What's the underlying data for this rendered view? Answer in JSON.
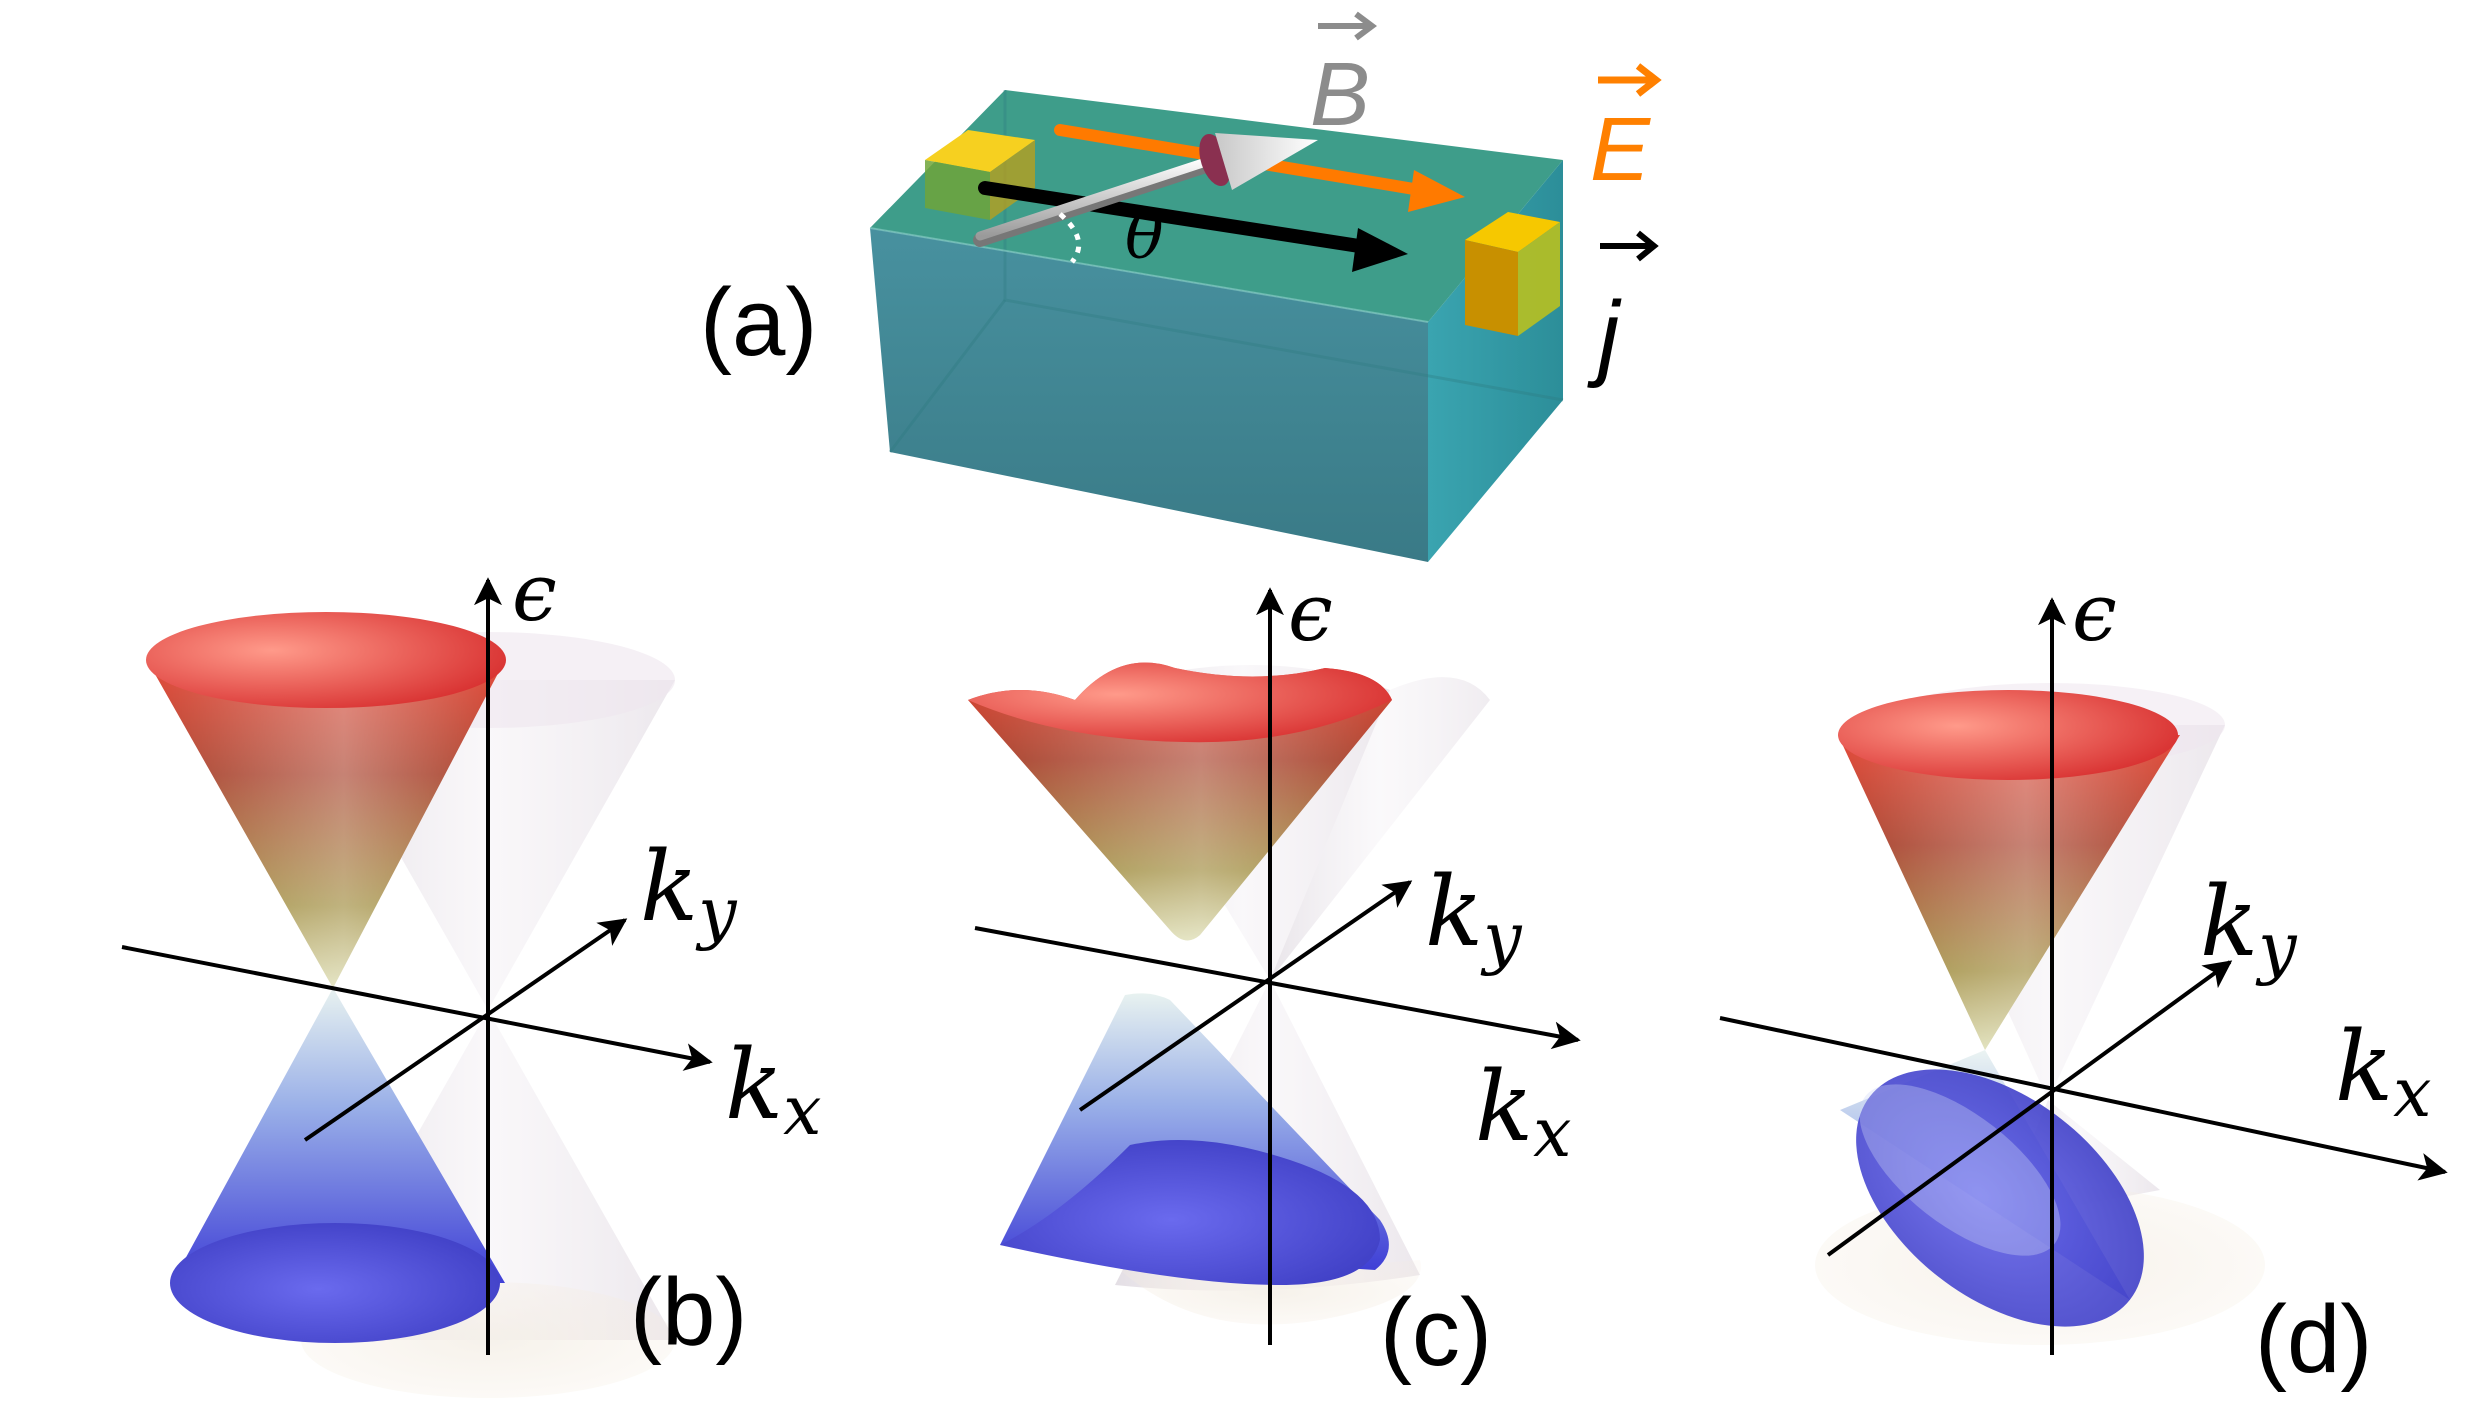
{
  "panels": {
    "a": {
      "label": "(a)",
      "vectors": {
        "B": {
          "symbol": "B",
          "color": "#8c8c8c"
        },
        "E": {
          "symbol": "E",
          "color": "#ff8000"
        },
        "j": {
          "symbol": "j",
          "color": "#000000"
        }
      },
      "angle_symbol": "θ",
      "colors": {
        "sample_side": "#3f9aa3",
        "sample_top": "#3d9e8c",
        "contact": "#f2c200"
      }
    },
    "b": {
      "label": "(b)",
      "axes": {
        "energy": "ϵ",
        "kx_base": "k",
        "kx_sub": "x",
        "ky_base": "k",
        "ky_sub": "y"
      }
    },
    "c": {
      "label": "(c)",
      "axes": {
        "energy": "ϵ",
        "kx_base": "k",
        "kx_sub": "x",
        "ky_base": "k",
        "ky_sub": "y"
      }
    },
    "d": {
      "label": "(d)",
      "axes": {
        "energy": "ϵ",
        "kx_base": "k",
        "kx_sub": "x",
        "ky_base": "k",
        "ky_sub": "y"
      }
    }
  },
  "colors": {
    "cone_top": "#e53c3c",
    "cone_mid": "#b39a3a",
    "cone_bottom": "#4a4ae0",
    "ghost": "#d8cfd8"
  }
}
